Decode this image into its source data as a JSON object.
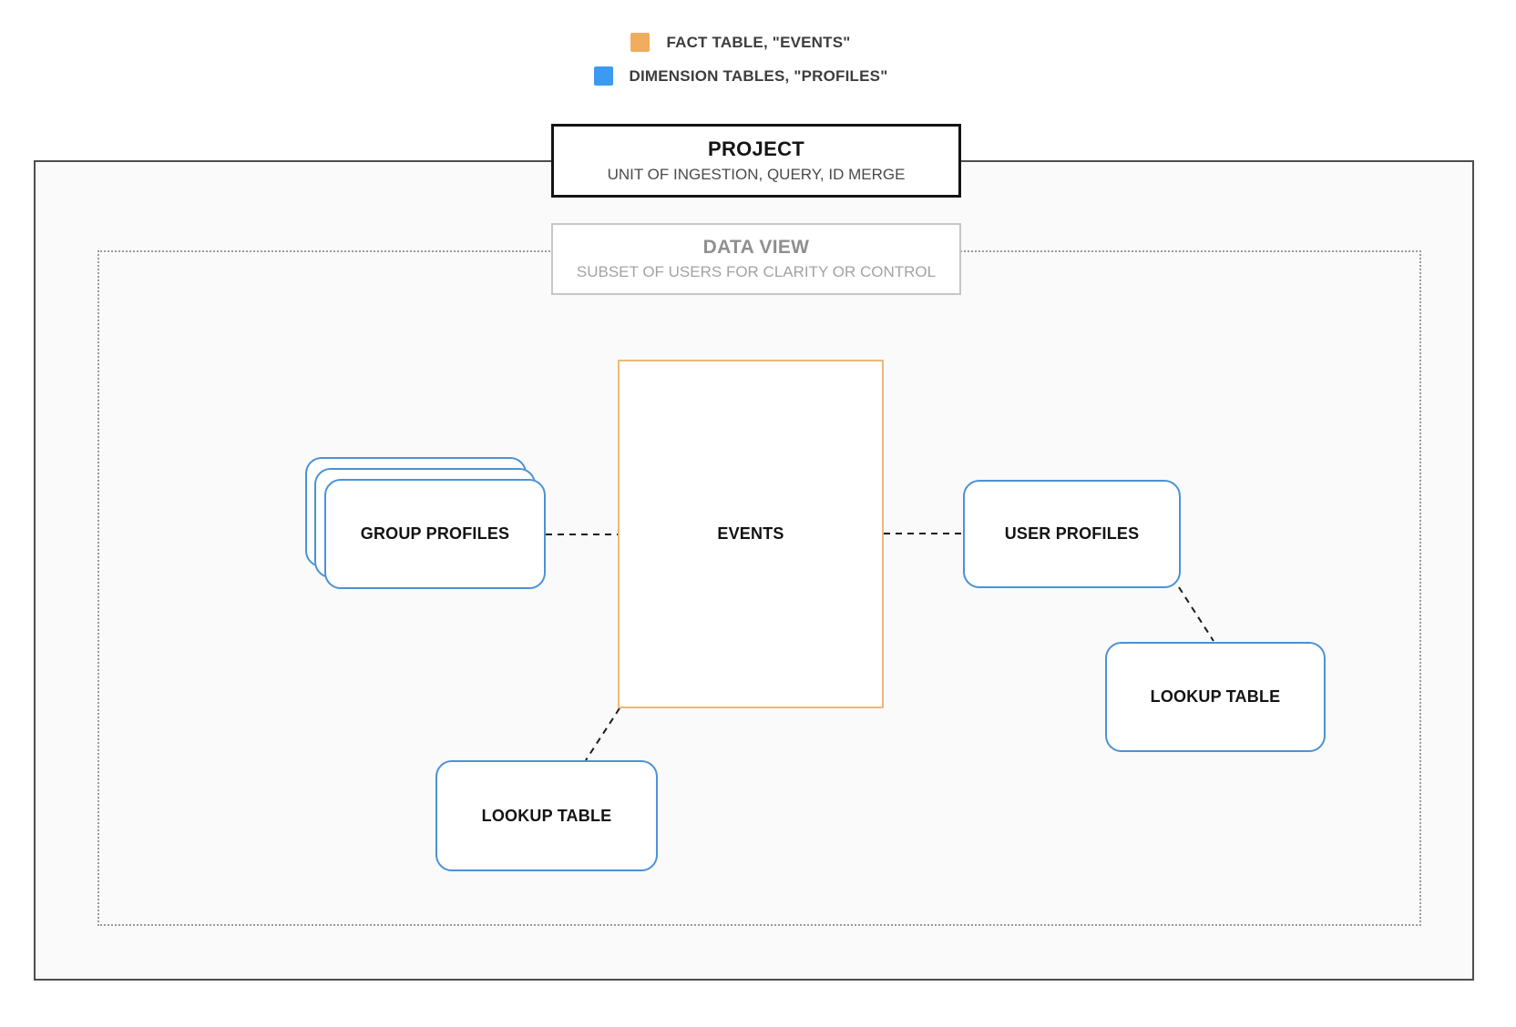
{
  "legend": {
    "items": [
      {
        "label": "FACT TABLE, \"EVENTS\"",
        "color": "#f2ac5e",
        "kind": "fact"
      },
      {
        "label": "DIMENSION TABLES, \"PROFILES\"",
        "color": "#3d9af1",
        "kind": "dimension"
      }
    ]
  },
  "project": {
    "title": "PROJECT",
    "subtitle": "UNIT OF INGESTION, QUERY, ID MERGE"
  },
  "data_view": {
    "title": "DATA VIEW",
    "subtitle": "SUBSET OF USERS FOR CLARITY OR CONTROL"
  },
  "nodes": {
    "events": {
      "label": "EVENTS",
      "type": "fact table"
    },
    "group_profiles": {
      "label": "GROUP PROFILES",
      "type": "dimension table stack"
    },
    "user_profiles": {
      "label": "USER PROFILES",
      "type": "dimension table"
    },
    "lookup_bottom": {
      "label": "LOOKUP TABLE",
      "type": "dimension table"
    },
    "lookup_right": {
      "label": "LOOKUP TABLE",
      "type": "dimension table"
    }
  },
  "connections": [
    {
      "from": "group_profiles",
      "to": "events",
      "style": "dashed"
    },
    {
      "from": "events",
      "to": "user_profiles",
      "style": "dashed"
    },
    {
      "from": "user_profiles",
      "to": "lookup_right",
      "style": "dashed"
    },
    {
      "from": "events",
      "to": "lookup_bottom",
      "style": "dashed"
    }
  ],
  "colors": {
    "fact_swatch": "#f2ac5e",
    "dimension_swatch": "#3d9af1",
    "fact_border": "#eaba7a",
    "dimension_border": "#4b92d5",
    "container_border": "#4d4d4d",
    "container_fill": "#fafafa",
    "connector": "#1a1a1a"
  }
}
